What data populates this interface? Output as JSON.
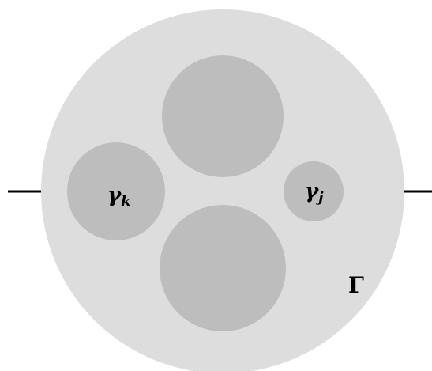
{
  "diagram": {
    "colors": {
      "outer_disk": "#dddddd",
      "inner_disk": "#bdbdbd",
      "leads": "#000000",
      "background": "#ffffff"
    },
    "labels": {
      "gamma_k": {
        "base": "γ",
        "sub": "k"
      },
      "gamma_j": {
        "base": "γ",
        "sub": "j"
      },
      "Gamma": "Γ"
    }
  }
}
